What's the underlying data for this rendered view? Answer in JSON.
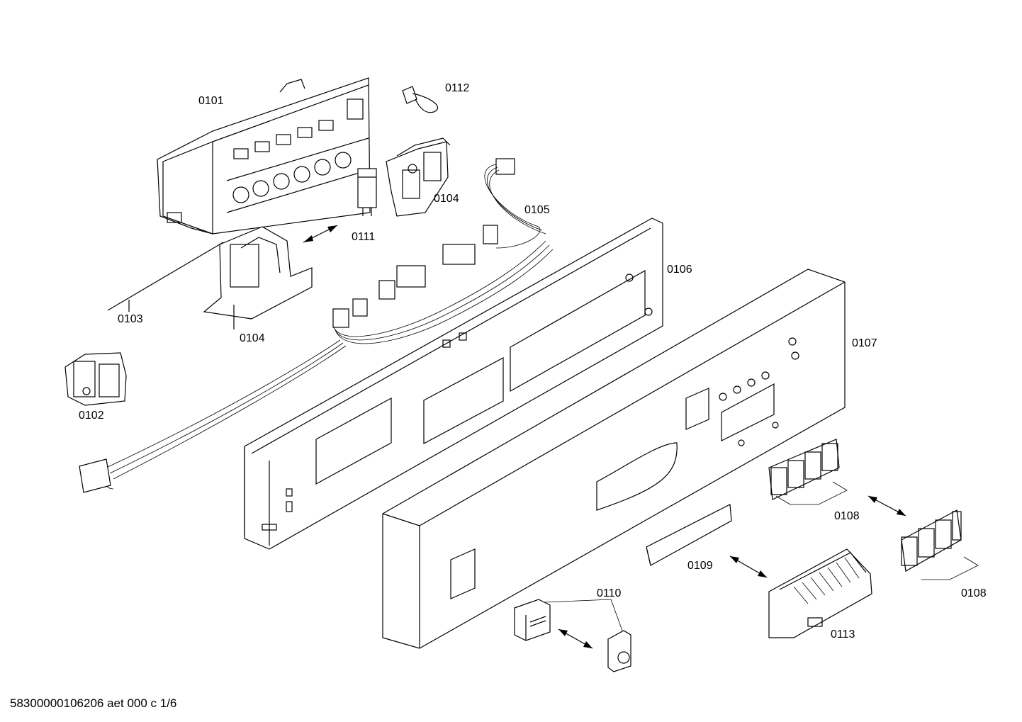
{
  "labels": {
    "p0101": "0101",
    "p0102": "0102",
    "p0103": "0103",
    "p0104a": "0104",
    "p0104b": "0104",
    "p0105": "0105",
    "p0106": "0106",
    "p0107": "0107",
    "p0108a": "0108",
    "p0108b": "0108",
    "p0109": "0109",
    "p0110": "0110",
    "p0111": "0111",
    "p0112": "0112",
    "p0113": "0113"
  },
  "footer": "58300000106206 aet 000 c 1/6"
}
